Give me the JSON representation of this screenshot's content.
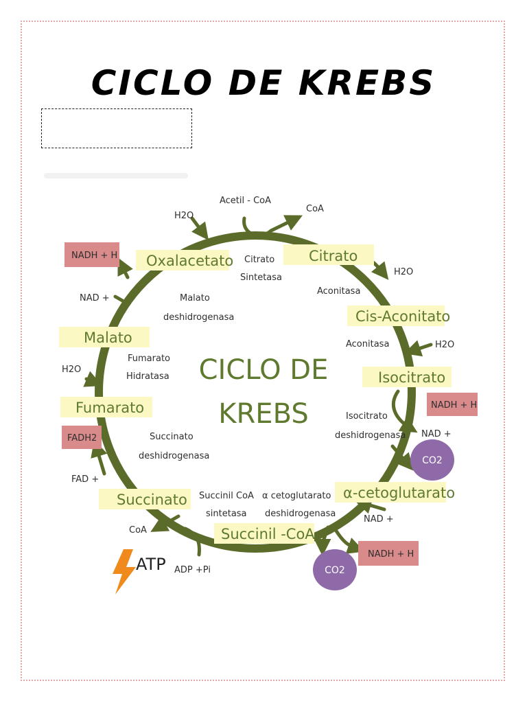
{
  "title": "CICLO DE KREBS",
  "center": {
    "line1": "CICLO DE",
    "line2": "KREBS"
  },
  "metabolites": {
    "citrato": "Citrato",
    "cis_aconitato": "Cis-Aconitato",
    "isocitrato": "Isocitrato",
    "alfa_cetoglutarato": "α-cetoglutarato",
    "succinil_coa": "Succinil -CoA",
    "succinato": "Succinato",
    "fumarato": "Fumarato",
    "malato": "Malato",
    "oxalacetato": "Oxalacetato"
  },
  "enzymes": {
    "citrato_sintetasa": [
      "Citrato",
      "Sintetasa"
    ],
    "aconitasa_1": "Aconitasa",
    "aconitasa_2": "Aconitasa",
    "isocitrato_deshidrogenasa": [
      "Isocitrato",
      "deshidrogenasa"
    ],
    "alfa_cetoglutarato_deshidrogenasa": [
      "α cetoglutarato",
      "deshidrogenasa"
    ],
    "succinil_coa_sintetasa": [
      "Succinil CoA",
      "sintetasa"
    ],
    "succinato_deshidrogenasa": [
      "Succinato",
      "deshidrogenasa"
    ],
    "fumarato_hidratasa": [
      "Fumarato",
      "Hidratasa"
    ],
    "malato_deshidrogenasa": [
      "Malato",
      "deshidrogenasa"
    ]
  },
  "cofactors": {
    "acetil_coa": "Acetil - CoA",
    "coa_top": "CoA",
    "h2o_top_left": "H2O",
    "h2o_citrato": "H2O",
    "h2o_cis": "H2O",
    "h2o_fumarato": "H2O",
    "nadh_oxal": "NADH + H",
    "nad_oxal": "NAD +",
    "nadh_iso": "NADH + H",
    "nad_iso": "NAD +",
    "co2_iso": "CO2",
    "nad_alfa": "NAD +",
    "nadh_alfa": "NADH + H",
    "co2_alfa": "CO2",
    "fadh2": "FADH2",
    "fad": "FAD +",
    "coa_succ": "CoA",
    "atp": "ATP",
    "adp": "ADP +Pi"
  },
  "colors": {
    "cycle_green": "#5a6b2a",
    "label_bg": "#fbf8c4",
    "label_text": "#5f7a2e",
    "nadh_bg": "#d98a8a",
    "co2_bg": "#8e6aa8",
    "atp_bolt": "#f08a1c",
    "border_dots": "#e3a9a9"
  }
}
